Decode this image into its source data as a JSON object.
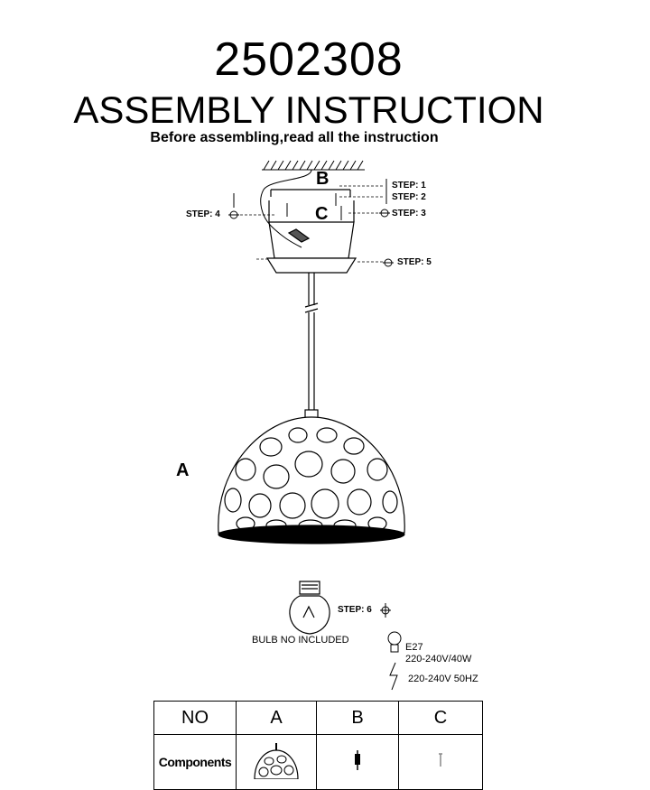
{
  "header": {
    "model_number": "2502308",
    "title": "ASSEMBLY  INSTRUCTION",
    "subtitle": "Before assembling,read all the instruction"
  },
  "diagram": {
    "part_labels": {
      "a": "A",
      "b": "B",
      "c": "C"
    },
    "steps": {
      "step1": "STEP: 1",
      "step2": "STEP: 2",
      "step3": "STEP: 3",
      "step4": "STEP: 4",
      "step5": "STEP: 5",
      "step6": "STEP: 6"
    },
    "bulb_note": "BULB NO INCLUDED",
    "bulb_spec": {
      "socket": "E27",
      "rating": "220-240V/40W"
    },
    "power_spec": "220-240V 50HZ"
  },
  "parts_table": {
    "headers": [
      "NO",
      "A",
      "B",
      "C"
    ],
    "row_label": "Components",
    "icons": [
      "lamp-shade-icon",
      "screw-anchor-icon",
      "screw-icon"
    ]
  }
}
